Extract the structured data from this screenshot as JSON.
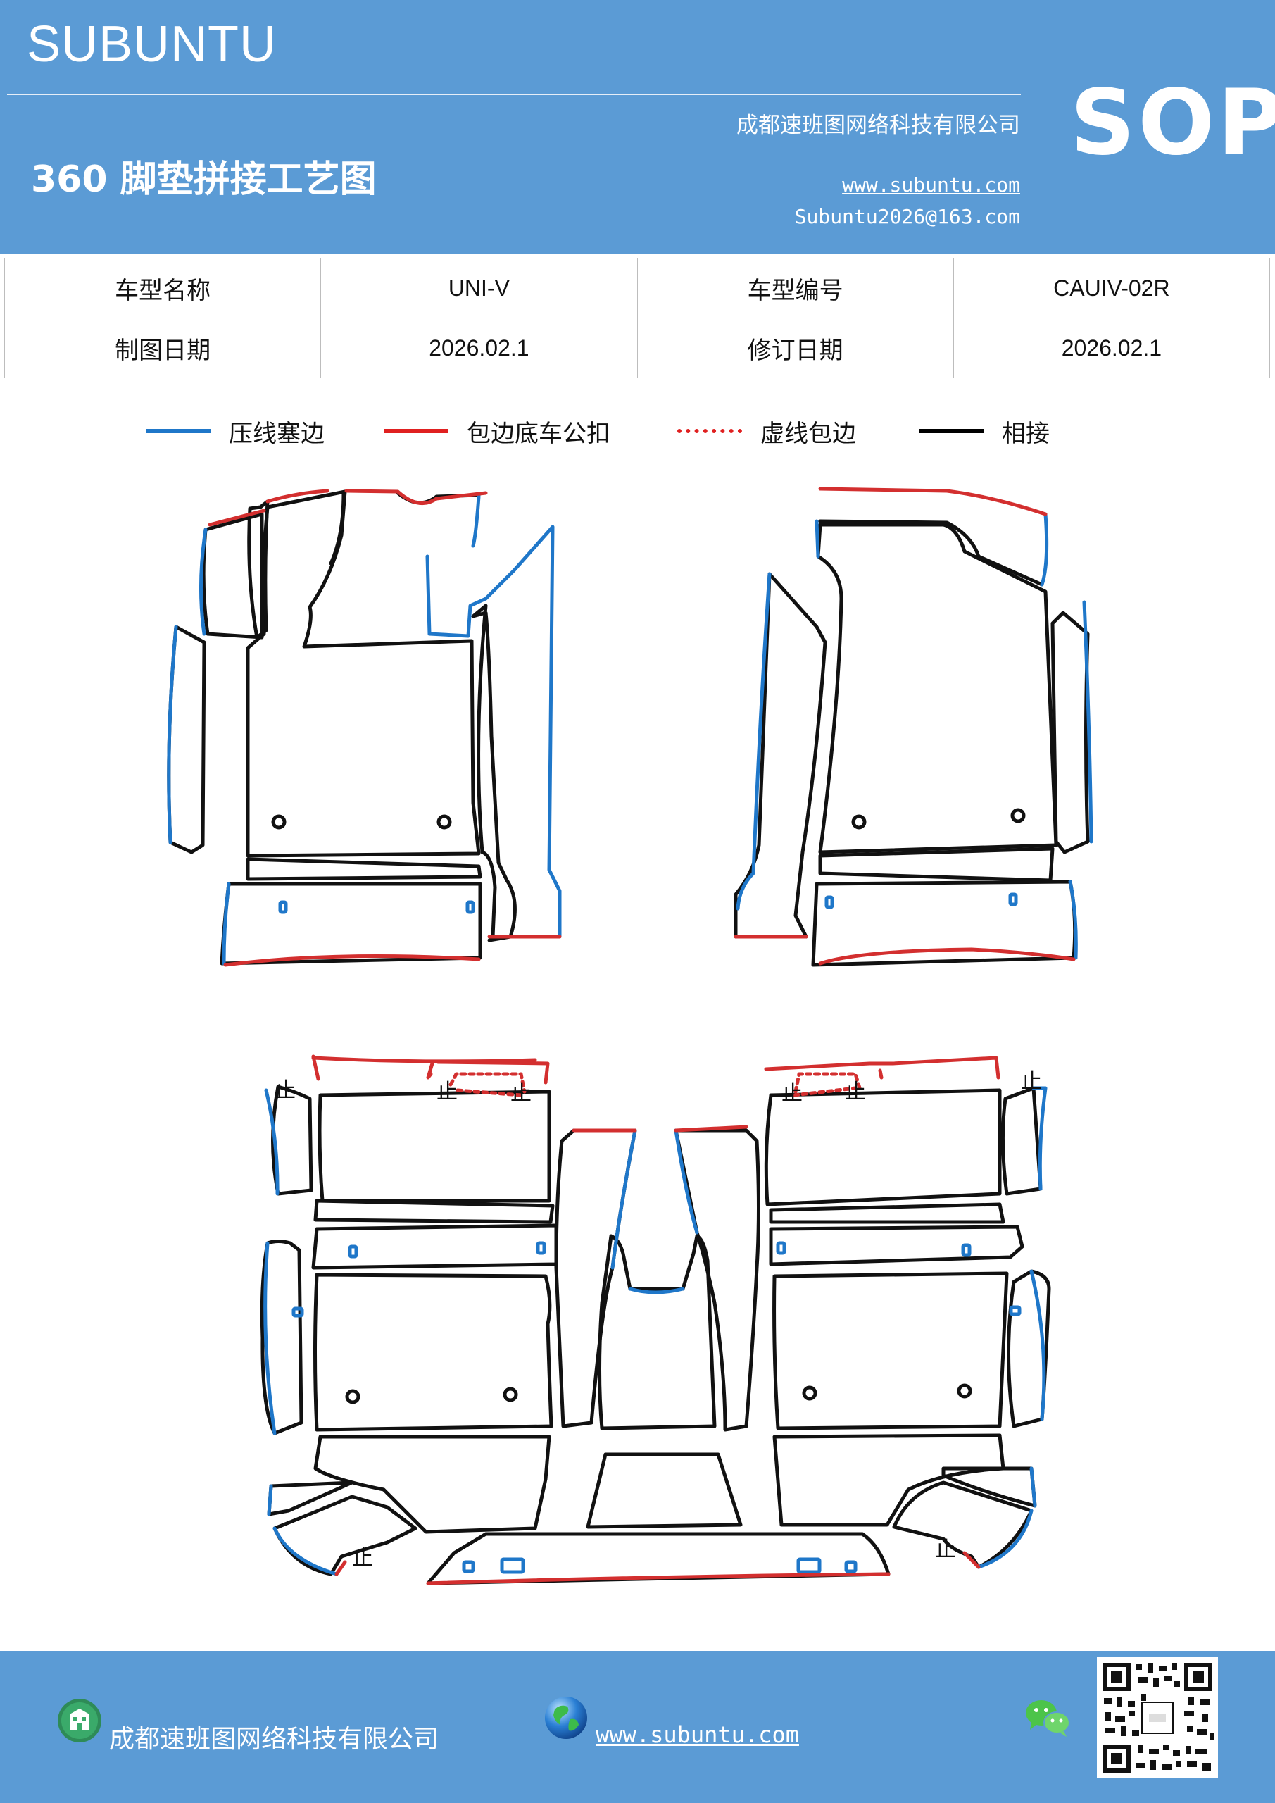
{
  "header": {
    "brand": "SUBUNTU",
    "title": "360 脚垫拼接工艺图",
    "company": "成都速班图网络科技有限公司",
    "website": "www.subuntu.com",
    "email": "Subuntu2026@163.com",
    "badge": "SOP"
  },
  "info_table": {
    "rows": [
      {
        "label1": "车型名称",
        "value1": "UNI-V",
        "label2": "车型编号",
        "value2": "CAUIV-02R"
      },
      {
        "label1": "制图日期",
        "value1": "2026.02.1",
        "label2": "修订日期",
        "value2": "2026.02.1"
      }
    ]
  },
  "legend": [
    {
      "label": "压线塞边",
      "color": "#1f77c9",
      "style": "solid"
    },
    {
      "label": "包边底车公扣",
      "color": "#e02020",
      "style": "solid"
    },
    {
      "label": "虚线包边",
      "color": "#e02020",
      "style": "dotted"
    },
    {
      "label": "相接",
      "color": "#000000",
      "style": "solid"
    }
  ],
  "diagram": {
    "stop_mark": "止",
    "colors": {
      "press": "#1f77c9",
      "wrap": "#d32f2f",
      "join": "#111111"
    }
  },
  "footer": {
    "company": "成都速班图网络科技有限公司",
    "website": "www.subuntu.com",
    "icons": [
      "building-icon",
      "globe-icon",
      "wechat-icon",
      "qr-code"
    ]
  }
}
